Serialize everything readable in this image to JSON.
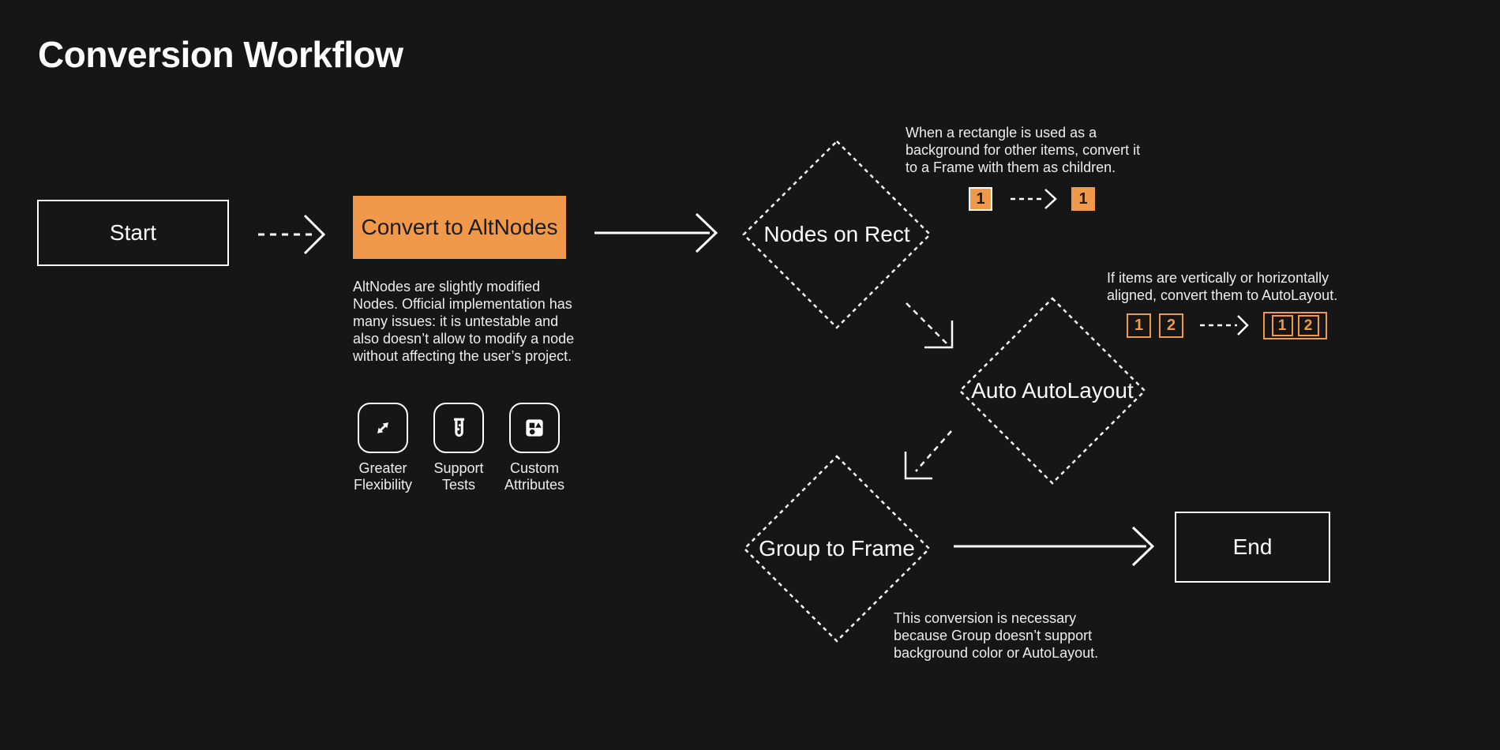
{
  "title": "Conversion Workflow",
  "colors": {
    "background": "#161616",
    "accent": "#F0994A",
    "foreground": "#FFFFFF",
    "dark_text": "#1C1C1C"
  },
  "nodes": {
    "start": {
      "label": "Start"
    },
    "convert_to_altnodes": {
      "label": "Convert to AltNodes",
      "description": "AltNodes are slightly modified Nodes. Official implementation has many issues: it is untestable and also doesn’t allow to modify a node without affecting the user’s project."
    },
    "nodes_on_rect": {
      "label": "Nodes on Rect"
    },
    "auto_autolayout": {
      "label": "Auto AutoLayout"
    },
    "group_to_frame": {
      "label": "Group to Frame"
    },
    "end": {
      "label": "End"
    }
  },
  "features": [
    {
      "icon": "resize-arrows-icon",
      "label": "Greater Flexibility"
    },
    {
      "icon": "test-tube-icon",
      "label": "Support Tests"
    },
    {
      "icon": "shapes-icon",
      "label": "Custom Attributes"
    }
  ],
  "hints": {
    "nodes_on_rect": {
      "text": "When a rectangle is used as a background for other items, convert it to a Frame with them as children.",
      "before": {
        "item1": "1"
      },
      "after": {
        "item1": "1"
      }
    },
    "auto_autolayout": {
      "text": "If items are vertically or horizontally aligned, convert them to AutoLayout.",
      "before": {
        "item1": "1",
        "item2": "2"
      },
      "after": {
        "item1": "1",
        "item2": "2"
      }
    },
    "group_to_frame": {
      "text": "This conversion is necessary because Group doesn’t support background color or AutoLayout."
    }
  }
}
